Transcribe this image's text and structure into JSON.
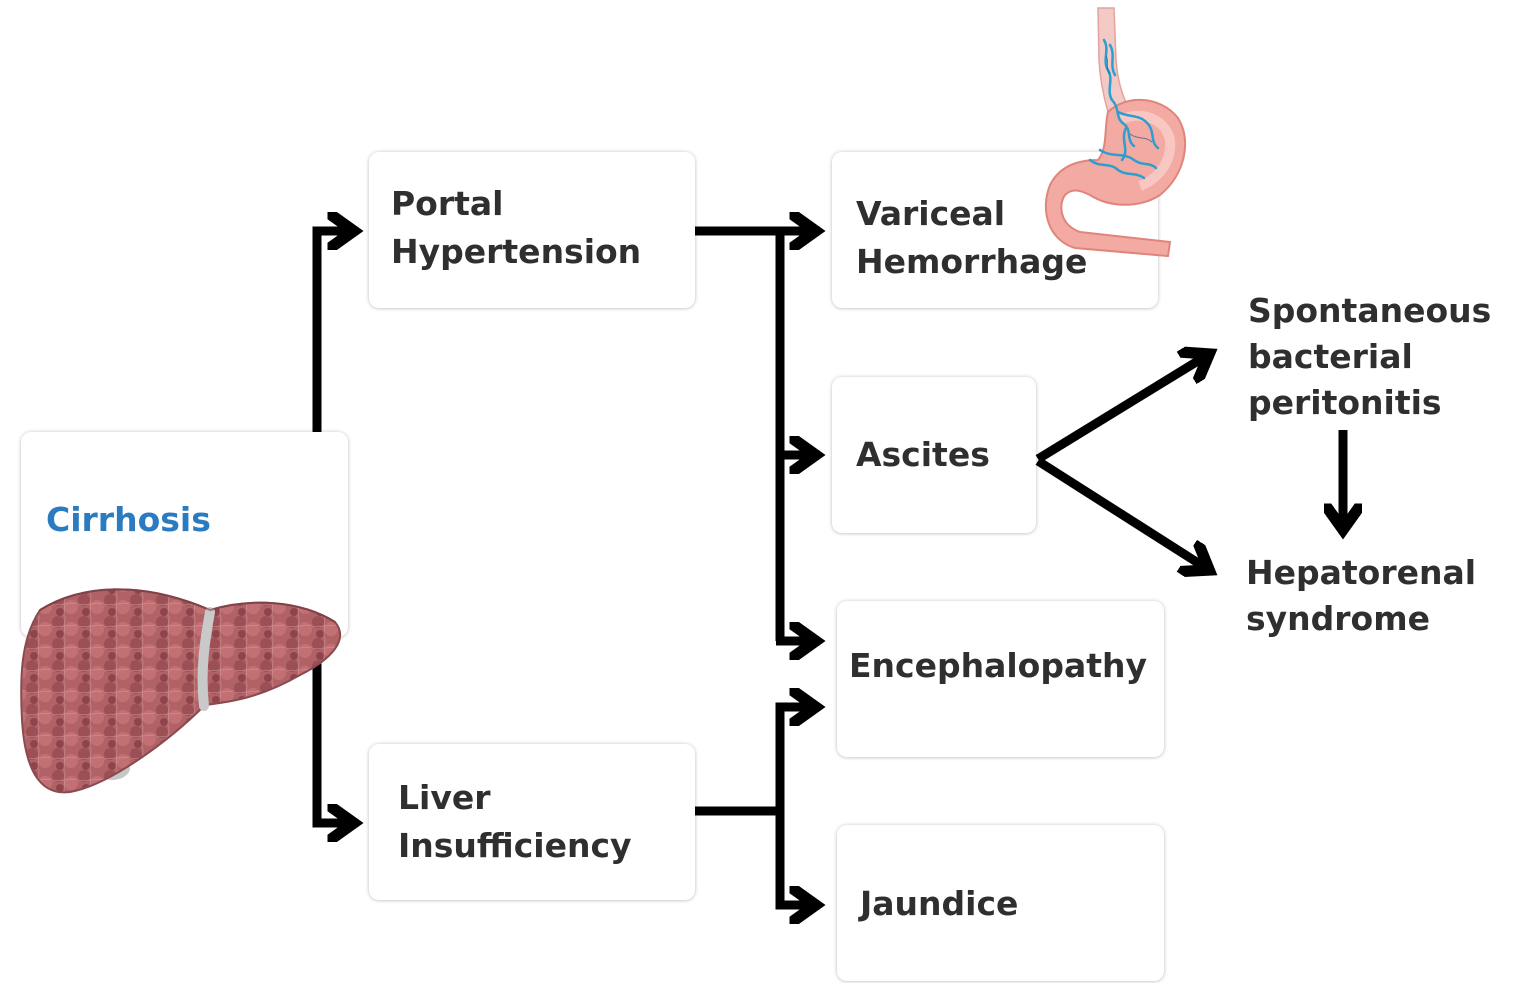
{
  "nodes": {
    "cirrhosis": {
      "lines": [
        "Cirrhosis"
      ],
      "color": "#2b7bc1"
    },
    "portal": {
      "lines": [
        "Portal",
        "Hypertension"
      ]
    },
    "liver_insufficiency": {
      "lines": [
        "Liver",
        "Insufficiency"
      ]
    },
    "variceal": {
      "lines": [
        "Variceal",
        "Hemorrhage"
      ]
    },
    "ascites": {
      "lines": [
        "Ascites"
      ]
    },
    "encephalopathy": {
      "lines": [
        "Encephalopathy"
      ]
    },
    "jaundice": {
      "lines": [
        "Jaundice"
      ]
    },
    "sbp": {
      "lines": [
        "Spontaneous",
        "bacterial",
        "peritonitis"
      ]
    },
    "hrs": {
      "lines": [
        "Hepatorenal",
        "syndrome"
      ]
    }
  },
  "edges": [
    {
      "from": "cirrhosis",
      "to": "portal"
    },
    {
      "from": "cirrhosis",
      "to": "liver_insufficiency"
    },
    {
      "from": "portal",
      "to": "variceal"
    },
    {
      "from": "portal",
      "to": "ascites"
    },
    {
      "from": "portal",
      "to": "encephalopathy"
    },
    {
      "from": "liver_insufficiency",
      "to": "encephalopathy"
    },
    {
      "from": "liver_insufficiency",
      "to": "jaundice"
    },
    {
      "from": "ascites",
      "to": "sbp"
    },
    {
      "from": "ascites",
      "to": "hrs"
    },
    {
      "from": "sbp",
      "to": "hrs"
    }
  ],
  "colors": {
    "text": "#2f2f2f",
    "accent": "#2b7bc1",
    "arrow": "#000000",
    "liver": "#a9575b",
    "stomach": "#f0a8a0",
    "varices": "#2a9fd0"
  },
  "illustrations": [
    "liver-illustration",
    "stomach-varices-illustration"
  ]
}
